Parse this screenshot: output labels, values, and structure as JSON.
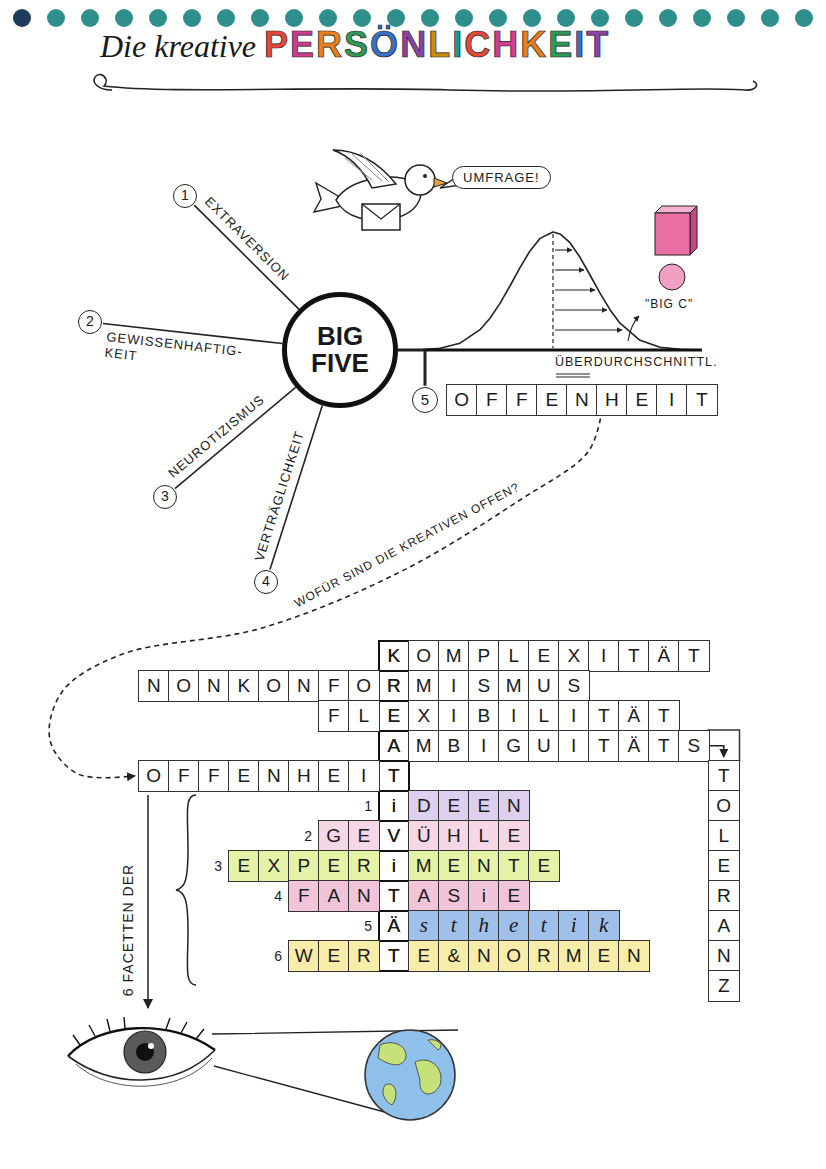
{
  "diagram": {
    "title": "Die kreative PERSÖNLICHKEIT",
    "nodes": [
      {
        "text": [
          "UMFRAGE!"
        ]
      },
      {
        "text": [
          "BIG FIVE"
        ]
      },
      {
        "text": [
          "1",
          "EXTRAVERSION"
        ]
      },
      {
        "text": [
          "2",
          "GEWISSENHAFTIG- KEIT"
        ]
      },
      {
        "text": [
          "3",
          "NEUROTIZISMUS"
        ]
      },
      {
        "text": [
          "4",
          "VERTRÄGLICHKEIT"
        ]
      },
      {
        "text": [
          "5",
          "OFFENHEIT"
        ]
      },
      {
        "text": [
          "KREATiViTÄT"
        ]
      },
      {
        "text": [
          "KOMPLEXITÄT"
        ]
      },
      {
        "text": [
          "NONKONFORMISMUS"
        ]
      },
      {
        "text": [
          "FLEXIBILITÄT"
        ]
      },
      {
        "text": [
          "AMBIGUITÄTS"
        ]
      },
      {
        "text": [
          "TOLERANZ"
        ]
      },
      {
        "text": [
          "OFFENHEIT"
        ]
      },
      {
        "text": [
          "1",
          "iDEEN"
        ]
      },
      {
        "text": [
          "2",
          "GEVÜHLE"
        ]
      },
      {
        "text": [
          "3",
          "EXPERiMENTE"
        ]
      },
      {
        "text": [
          "4",
          "FANTASiE"
        ]
      },
      {
        "text": [
          "5",
          "Ästhetik"
        ]
      },
      {
        "text": [
          "6",
          "WERTE&NORMEN"
        ]
      }
    ],
    "edges": [
      {
        "from": 1,
        "to": 2,
        "arrow": "none"
      },
      {
        "from": 1,
        "to": 3,
        "arrow": "none"
      },
      {
        "from": 1,
        "to": 4,
        "arrow": "none"
      },
      {
        "from": 1,
        "to": 5,
        "arrow": "none"
      },
      {
        "from": 1,
        "to": 6,
        "arrow": "none"
      },
      {
        "from": 6,
        "to": 13,
        "arrow": "to",
        "label": "WOFÜR SIND DIE KREATIVEN OFFEN?"
      },
      {
        "from": 11,
        "to": 12,
        "arrow": "to"
      }
    ],
    "labels": [
      "\"BIG C\"",
      "ÜBERDURCHSCHNITTL.",
      "6 FACETTEN DER"
    ]
  }
}
